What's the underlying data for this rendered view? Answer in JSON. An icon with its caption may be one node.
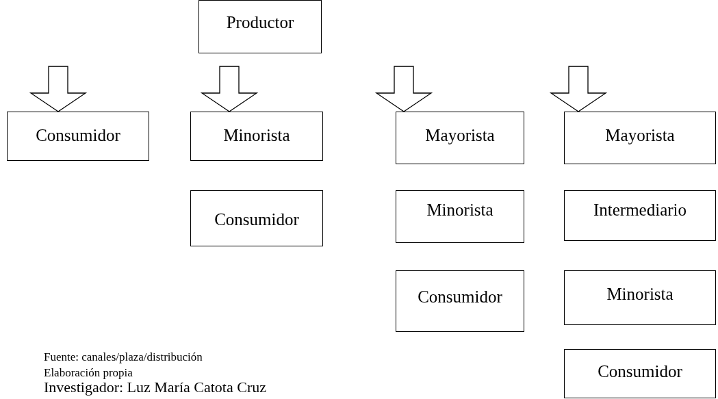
{
  "diagram": {
    "nodes": [
      {
        "text": [
          "Productor"
        ]
      },
      {
        "text": [
          "Consumidor"
        ]
      },
      {
        "text": [
          "Minorista"
        ]
      },
      {
        "text": [
          "Consumidor"
        ]
      },
      {
        "text": [
          "Mayorista"
        ]
      },
      {
        "text": [
          "Minorista"
        ]
      },
      {
        "text": [
          "Consumidor"
        ]
      },
      {
        "text": [
          "Mayorista"
        ]
      },
      {
        "text": [
          "Intermediario"
        ]
      },
      {
        "text": [
          "Minorista"
        ]
      },
      {
        "text": [
          "Consumidor"
        ]
      }
    ],
    "edges": [
      {
        "from": null,
        "to": 1,
        "arrow": "to"
      },
      {
        "from": null,
        "to": 2,
        "arrow": "to"
      },
      {
        "from": null,
        "to": 4,
        "arrow": "to"
      },
      {
        "from": null,
        "to": 7,
        "arrow": "to"
      }
    ],
    "labels": [
      "Fuente: canales/plaza/distribución",
      "Elaboración propia",
      "Investigador: Luz María Catota Cruz"
    ]
  }
}
